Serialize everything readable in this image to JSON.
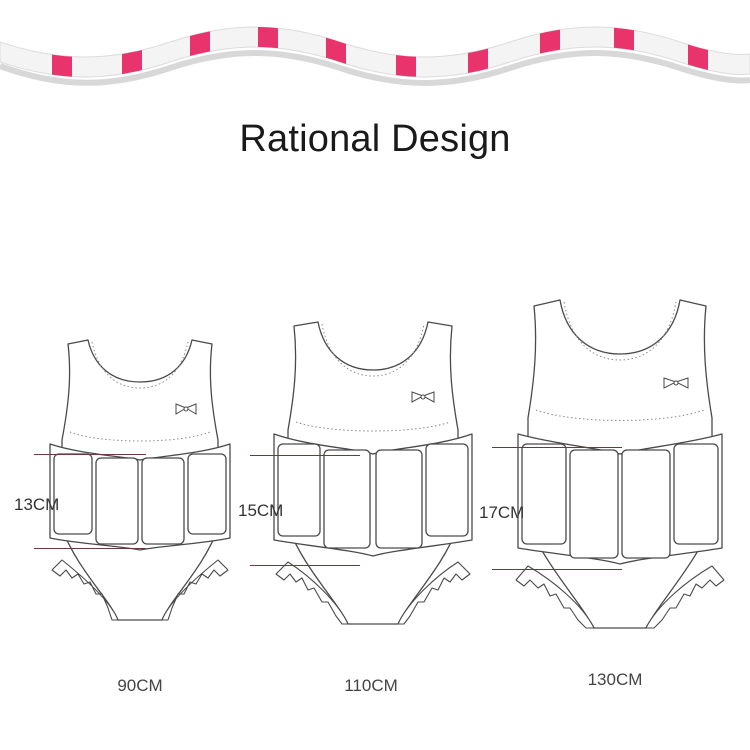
{
  "title": "Rational Design",
  "colors": {
    "accent_pink": "#e8336d",
    "wave_shadow": "#cfcfcf",
    "outline": "#4a4a4a",
    "guide_line": "#6a3b3b"
  },
  "products": [
    {
      "size_label": "90CM",
      "float_height_label": "13CM"
    },
    {
      "size_label": "110CM",
      "float_height_label": "15CM"
    },
    {
      "size_label": "130CM",
      "float_height_label": "17CM"
    }
  ]
}
